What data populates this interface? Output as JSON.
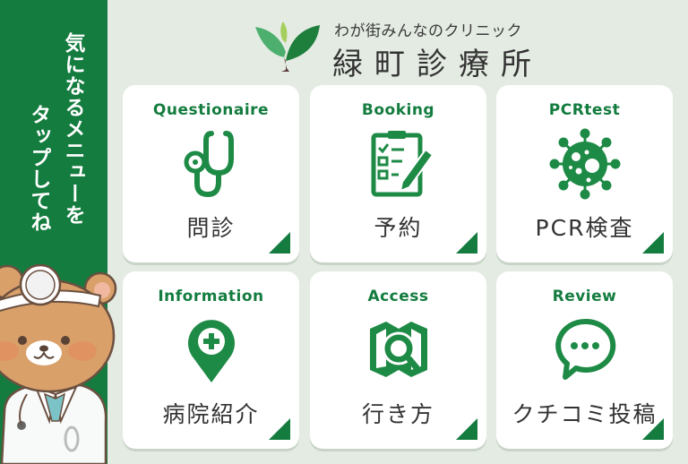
{
  "sidebar": {
    "prompt_lines": [
      "気になるメニューを",
      "タップしてね"
    ],
    "background_color": "#137c3e"
  },
  "header": {
    "subtitle": "わが街みんなのクリニック",
    "title": "緑町診療所"
  },
  "menu": [
    {
      "en": "Questionaire",
      "jp": "問診",
      "icon": "stethoscope-icon"
    },
    {
      "en": "Booking",
      "jp": "予約",
      "icon": "clipboard-pen-icon"
    },
    {
      "en": "PCRtest",
      "jp": "PCR検査",
      "icon": "virus-icon"
    },
    {
      "en": "Information",
      "jp": "病院紹介",
      "icon": "map-pin-plus-icon"
    },
    {
      "en": "Access",
      "jp": "行き方",
      "icon": "map-search-icon"
    },
    {
      "en": "Review",
      "jp": "クチコミ投稿",
      "icon": "chat-bubble-icon"
    }
  ],
  "colors": {
    "accent": "#137c3e",
    "background": "#e3ebe2",
    "card": "#ffffff",
    "text": "#333333"
  }
}
